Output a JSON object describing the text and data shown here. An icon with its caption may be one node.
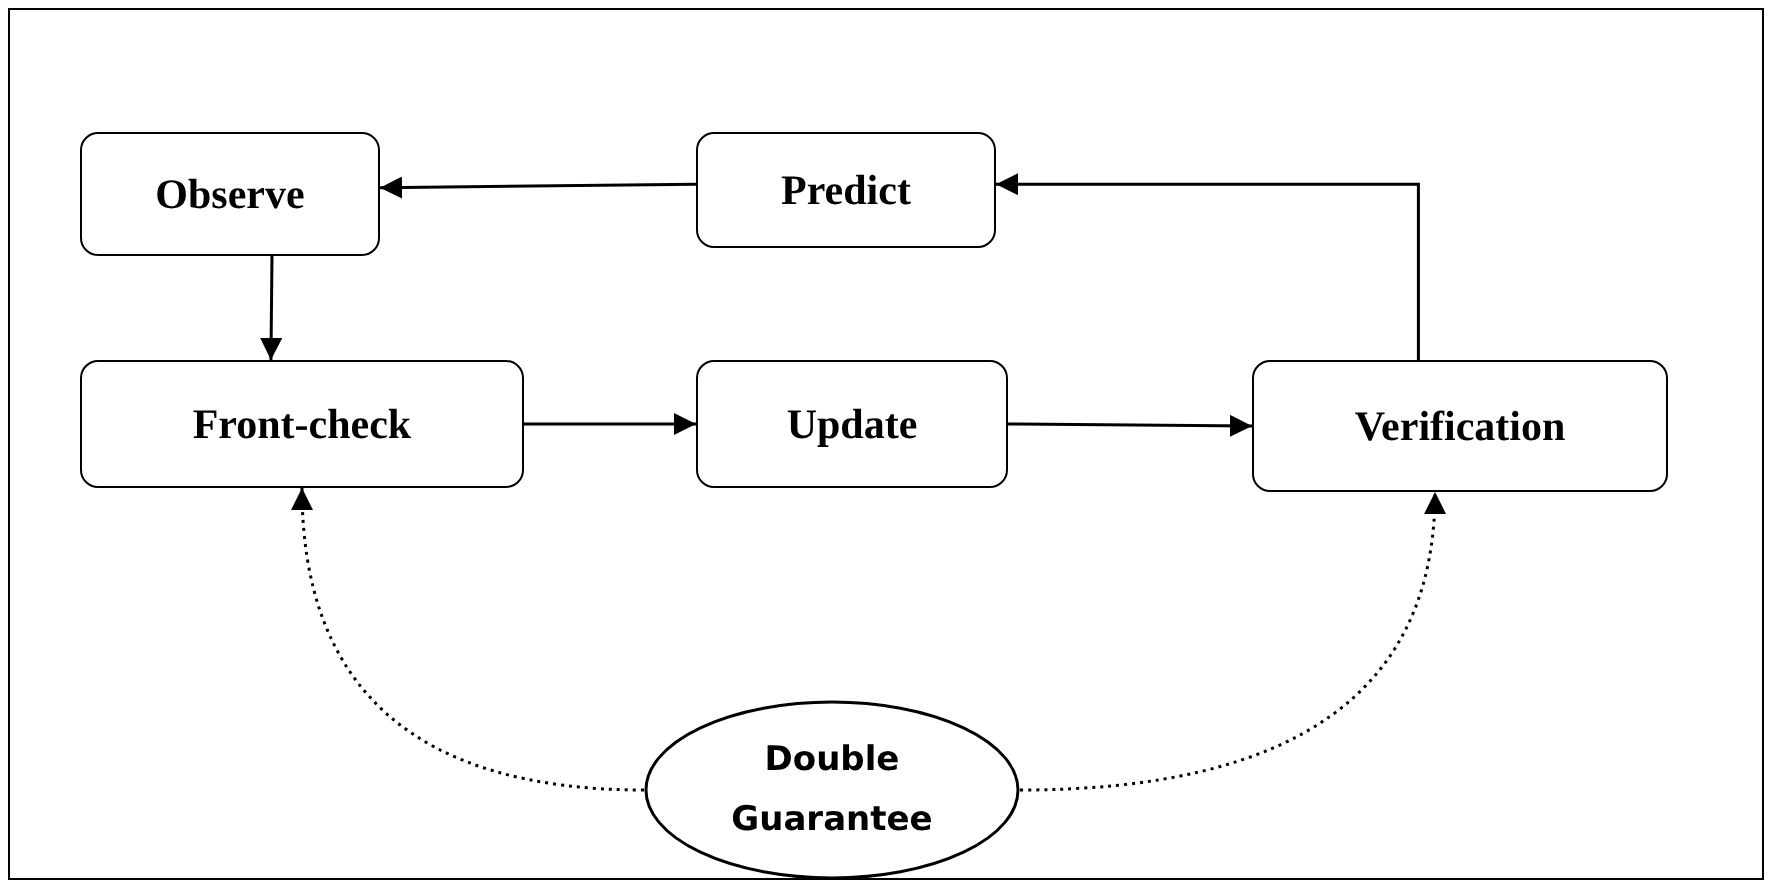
{
  "diagram": {
    "nodes": [
      {
        "text": [
          "Observe"
        ]
      },
      {
        "text": [
          "Predict"
        ]
      },
      {
        "text": [
          "Front-check"
        ]
      },
      {
        "text": [
          "Update"
        ]
      },
      {
        "text": [
          "Verification"
        ]
      },
      {
        "text": [
          "Double Guarantee"
        ]
      }
    ],
    "edges": [
      {
        "from": 1,
        "to": 0,
        "arrow": "to"
      },
      {
        "from": 0,
        "to": 2,
        "arrow": "to"
      },
      {
        "from": 2,
        "to": 3,
        "arrow": "to"
      },
      {
        "from": 3,
        "to": 4,
        "arrow": "to"
      },
      {
        "from": 4,
        "to": 1,
        "arrow": "to"
      },
      {
        "from": 5,
        "to": 2,
        "arrow": "to",
        "style": "dashed"
      },
      {
        "from": 5,
        "to": 4,
        "arrow": "to",
        "style": "dashed"
      }
    ]
  }
}
